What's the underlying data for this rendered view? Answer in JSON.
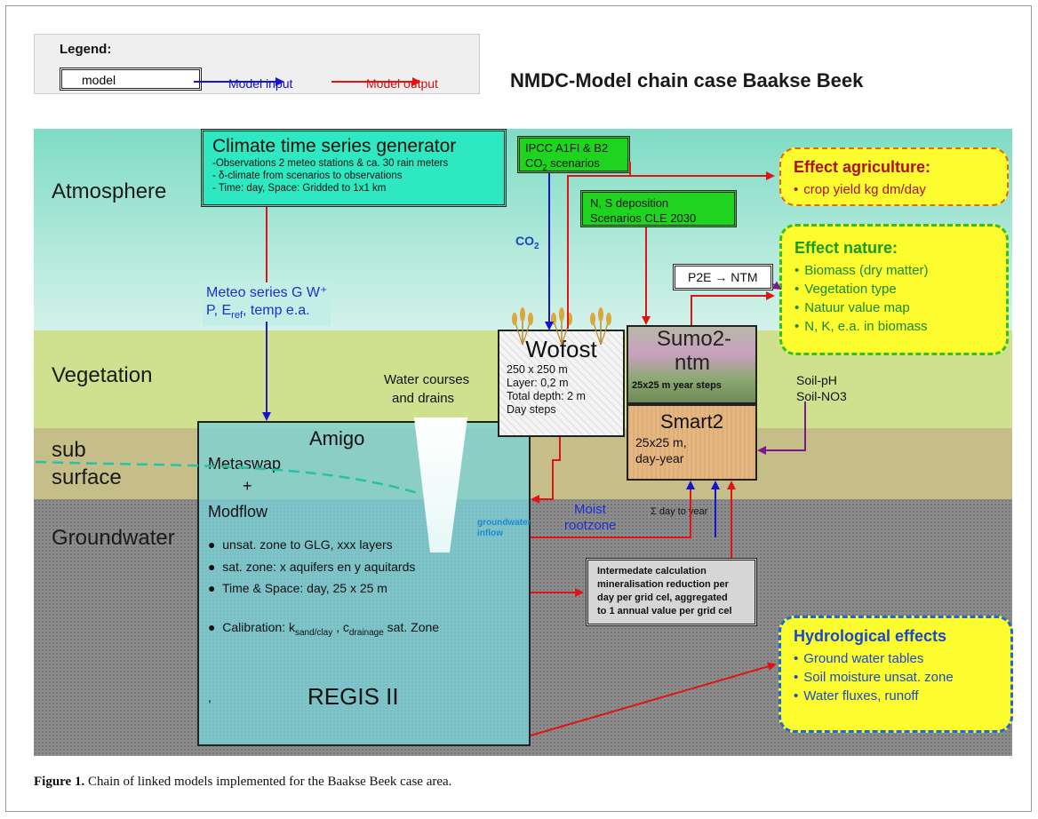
{
  "legend": {
    "title": "Legend:",
    "model_box": "model",
    "input": "Model input",
    "output": "Model output"
  },
  "title": "NMDC-Model chain case Baakse Beek",
  "layers": {
    "atmosphere": "Atmosphere",
    "vegetation": "Vegetation",
    "sub": "sub",
    "surface": "surface",
    "groundwater": "Groundwater"
  },
  "climate": {
    "title": "Climate time series generator",
    "lines": [
      "-Observations 2 meteo stations & ca. 30 rain meters",
      "- δ-climate from scenarios to observations",
      "- Time: day, Space: Gridded to 1x1 km"
    ]
  },
  "ipcc": {
    "line1": "IPCC A1FI & B2",
    "line2": "CO",
    "sub": "2",
    "line2b": " scenarios"
  },
  "deposition": {
    "line1": "N, S deposition",
    "line2": "Scenarios CLE 2030"
  },
  "effect_agriculture": {
    "title": "Effect agriculture:",
    "items": [
      "crop yield kg dm/day"
    ]
  },
  "effect_nature": {
    "title": "Effect nature:",
    "items": [
      "Biomass (dry matter)",
      "Vegetation type",
      "Natuur value map",
      "N, K, e.a. in biomass"
    ]
  },
  "hydro_effects": {
    "title": "Hydrological effects",
    "items": [
      "Ground water tables",
      "Soil moisture unsat. zone",
      "Water fluxes, runoff"
    ]
  },
  "p2e": "P2E → NTM",
  "co2": {
    "main": "CO",
    "sub": "2"
  },
  "meteo": {
    "line1": "Meteo series G W⁺",
    "line2a": "P, E",
    "line2sub": "ref",
    "line2b": ", temp e.a."
  },
  "wofost": {
    "title": "Wofost",
    "lines": [
      "250 x 250 m",
      "Layer: 0,2 m",
      "Total depth: 2 m",
      "Day steps"
    ]
  },
  "sumo": {
    "title1": "Sumo2-",
    "title2": "ntm",
    "sub": "25x25 m year steps"
  },
  "smart": {
    "title": "Smart2",
    "line1": "25x25 m,",
    "line2": "day-year"
  },
  "soil": {
    "line1": "Soil-pH",
    "line2": "Soil-NO3"
  },
  "water_courses": {
    "line1": "Water courses",
    "line2": "and drains"
  },
  "amigo": {
    "title": "Amigo",
    "metaswap": "Metaswap",
    "plus": "+",
    "modflow": "Modflow",
    "bullets": [
      "unsat. zone to GLG, xxx layers",
      "sat. zone: x aquifers en y aquitards",
      "Time & Space: day, 25 x 25 m"
    ],
    "calib_a": "Calibration:  k",
    "calib_sub1": "sand/clay",
    "calib_b": " , c",
    "calib_sub2": "drainage",
    "calib_c": " sat. Zone",
    "comma": ",",
    "regis": "REGIS II"
  },
  "gw_inflow": {
    "line1": "groundwater",
    "line2": "inflow"
  },
  "moist": {
    "line1": "Moist",
    "line2": "rootzone"
  },
  "sigma": "Σ day to year",
  "intermediate": {
    "lines": [
      "Intermedate calculation",
      "mineralisation reduction per",
      "day per grid cel, aggregated",
      "to 1 annual value per grid cel"
    ]
  },
  "caption": {
    "label": "Figure 1.",
    "text": " Chain of linked models implemented for the Baakse Beek case area."
  },
  "colors": {
    "atmosphere": "#8ee0c8",
    "vegetation": "#cfe08e",
    "subsurface": "#c8c08a",
    "groundwater": "#8a8a8a",
    "input_arrow": "#1414d0",
    "output_arrow": "#e01414",
    "effect_fill": "#fcfc2e"
  }
}
